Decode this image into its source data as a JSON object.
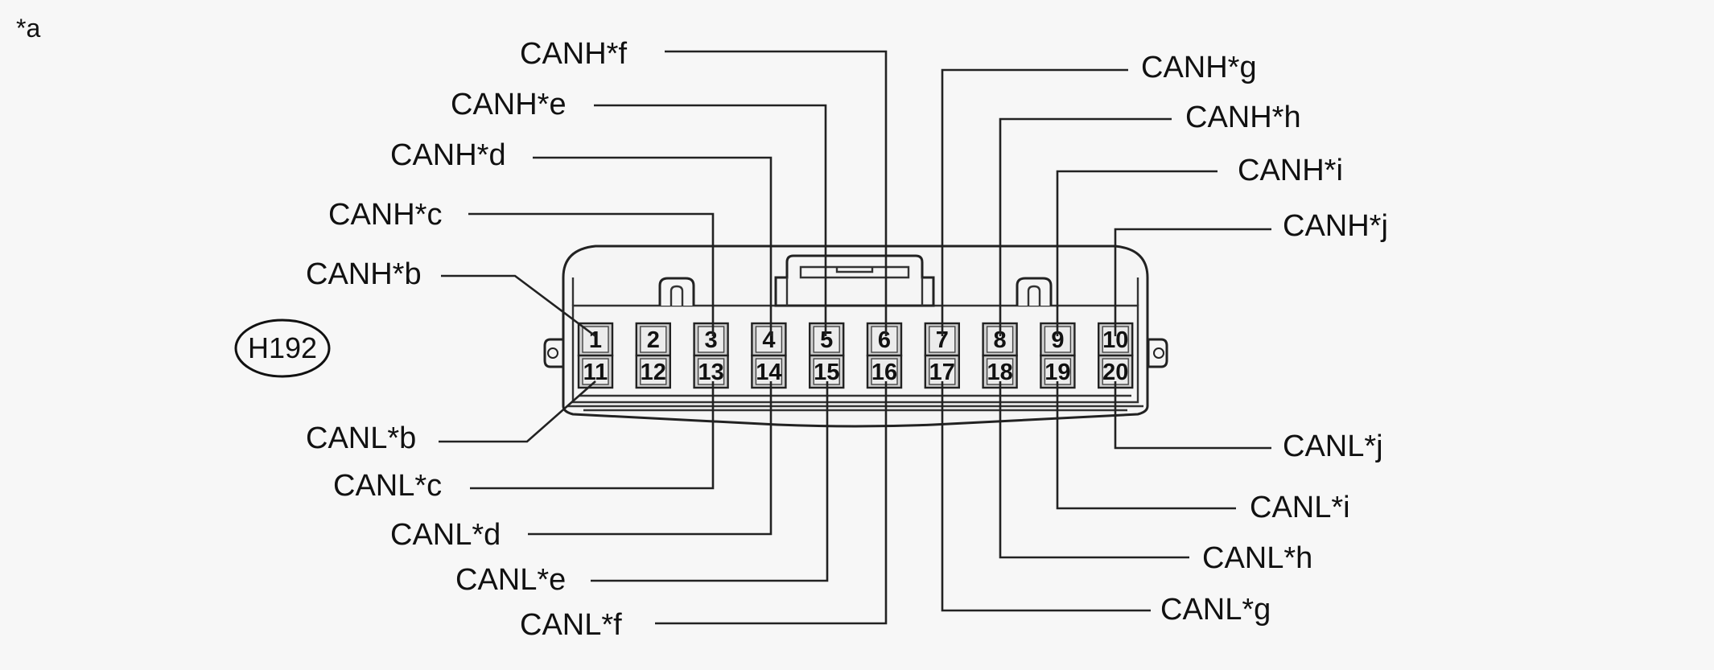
{
  "figure_label": "*a",
  "connector_id": "H192",
  "top_row_pins": [
    "1",
    "2",
    "3",
    "4",
    "5",
    "6",
    "7",
    "8",
    "9",
    "10"
  ],
  "bottom_row_pins": [
    "11",
    "12",
    "13",
    "14",
    "15",
    "16",
    "17",
    "18",
    "19",
    "20"
  ],
  "canh_labels": {
    "b": "CANH*b",
    "c": "CANH*c",
    "d": "CANH*d",
    "e": "CANH*e",
    "f": "CANH*f",
    "g": "CANH*g",
    "h": "CANH*h",
    "i": "CANH*i",
    "j": "CANH*j"
  },
  "canl_labels": {
    "b": "CANL*b",
    "c": "CANL*c",
    "d": "CANL*d",
    "e": "CANL*e",
    "f": "CANL*f",
    "g": "CANL*g",
    "h": "CANL*h",
    "i": "CANL*i",
    "j": "CANL*j"
  }
}
